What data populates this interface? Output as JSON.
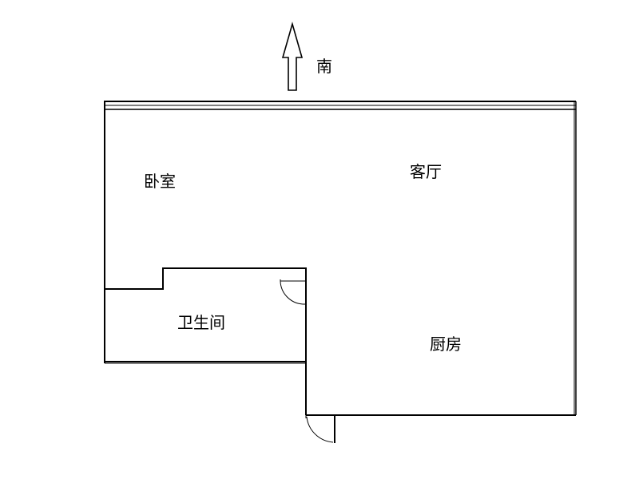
{
  "compass": {
    "direction_label": "南",
    "icon": "arrow-up-icon"
  },
  "rooms": {
    "bedroom": "卧室",
    "living_room": "客厅",
    "bathroom": "卫生间",
    "kitchen": "厨房"
  },
  "colors": {
    "wall": "#000000",
    "background": "#ffffff"
  }
}
